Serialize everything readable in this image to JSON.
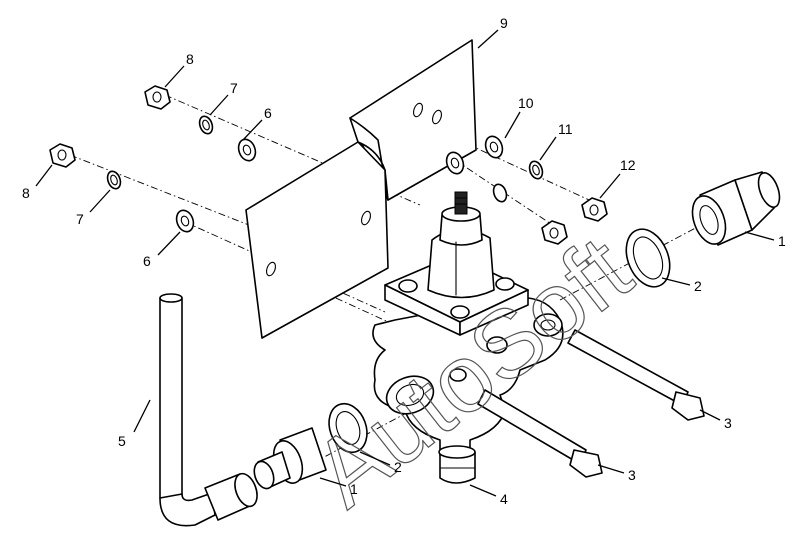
{
  "watermark": "AutoSoft",
  "callouts": [
    {
      "id": "c1a",
      "label": "1"
    },
    {
      "id": "c1b",
      "label": "1"
    },
    {
      "id": "c2a",
      "label": "2"
    },
    {
      "id": "c2b",
      "label": "2"
    },
    {
      "id": "c3a",
      "label": "3"
    },
    {
      "id": "c3b",
      "label": "3"
    },
    {
      "id": "c4",
      "label": "4"
    },
    {
      "id": "c5",
      "label": "5"
    },
    {
      "id": "c6a",
      "label": "6"
    },
    {
      "id": "c6b",
      "label": "6"
    },
    {
      "id": "c7a",
      "label": "7"
    },
    {
      "id": "c7b",
      "label": "7"
    },
    {
      "id": "c8a",
      "label": "8"
    },
    {
      "id": "c8b",
      "label": "8"
    },
    {
      "id": "c9",
      "label": "9"
    },
    {
      "id": "c10",
      "label": "10"
    },
    {
      "id": "c11",
      "label": "11"
    },
    {
      "id": "c12",
      "label": "12"
    }
  ]
}
